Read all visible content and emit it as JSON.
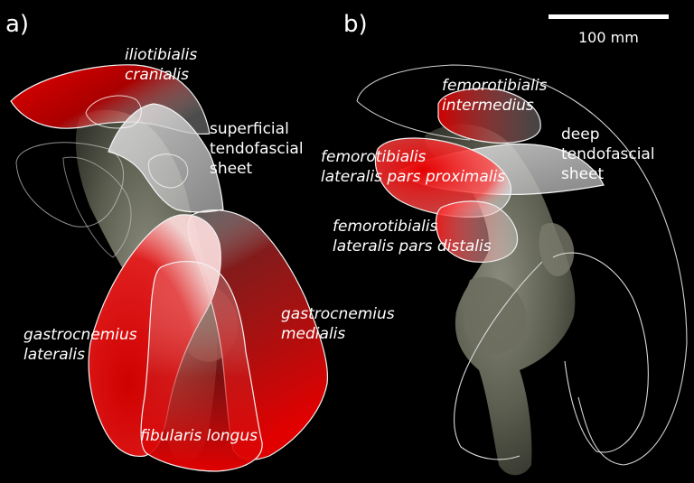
{
  "panels": {
    "a": "a)",
    "b": "b)"
  },
  "scale_bar": {
    "label": "100 mm"
  },
  "labels_a": {
    "iliotibialis_cranialis": "iliotibialis\ncranialis",
    "superficial_tendofascial_sheet": "superficial\ntendofascial\nsheet",
    "gastrocnemius_lateralis": "gastrocnemius\nlateralis",
    "gastrocnemius_medialis": "gastrocnemius\nmedialis",
    "fibularis_longus": "fibularis longus"
  },
  "labels_b": {
    "femorotibialis_intermedius": "femorotibialis\nintermedius",
    "deep_tendofascial_sheet": "deep\ntendofascial\nsheet",
    "femorotibialis_lateralis_pars_proximalis": "femorotibialis\nlateralis pars proximalis",
    "femorotibialis_lateralis_pars_distalis": "femorotibialis\nlateralis pars distalis"
  },
  "colors": {
    "muscle": "#e00000",
    "sheet": "#d8d8d8",
    "bone": "#5a5c4e",
    "background": "#000000"
  }
}
